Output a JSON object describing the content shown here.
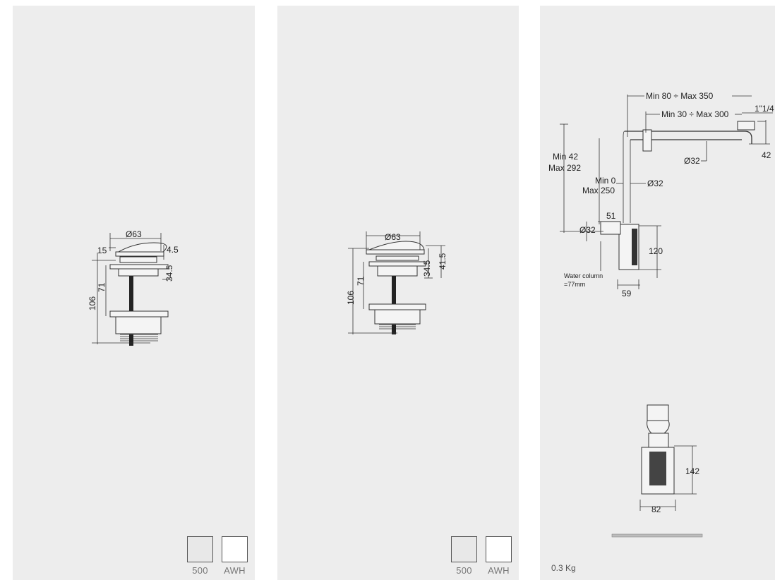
{
  "panels": [
    {
      "dimensions": {
        "diameter": "Ø63",
        "rim": "15",
        "cap": "4.5",
        "stem": "34.5",
        "height_mid": "71",
        "height_total": "106"
      },
      "swatches": [
        {
          "code": "500",
          "color": "#e8e8e8"
        },
        {
          "code": "AWH",
          "color": "#ffffff"
        }
      ]
    },
    {
      "dimensions": {
        "diameter": "Ø63",
        "stem": "34.5",
        "cap": "41.5",
        "height_mid": "71",
        "height_total": "106"
      },
      "swatches": [
        {
          "code": "500",
          "color": "#e8e8e8"
        },
        {
          "code": "AWH",
          "color": "#ffffff"
        }
      ]
    },
    {
      "dimensions": {
        "horizontal_outer": "Min 80 ÷ Max 350",
        "horizontal_inner": "Min 30 ÷ Max 300",
        "thread": "1\"1/4",
        "right_drop": "42",
        "vertical_range_min": "Min 42",
        "vertical_range_max": "Max 292",
        "inner_range_min": "Min 0",
        "inner_range_max": "Max 250",
        "pipe_diameter_h": "Ø32",
        "pipe_diameter_v": "Ø32",
        "offset": "51",
        "inlet_diameter": "Ø32",
        "trap_height": "120",
        "trap_width": "59",
        "water_column_label": "Water column",
        "water_column_value": "=77mm",
        "side_height": "142",
        "side_width": "82"
      },
      "weight": "0.3 Kg"
    }
  ]
}
